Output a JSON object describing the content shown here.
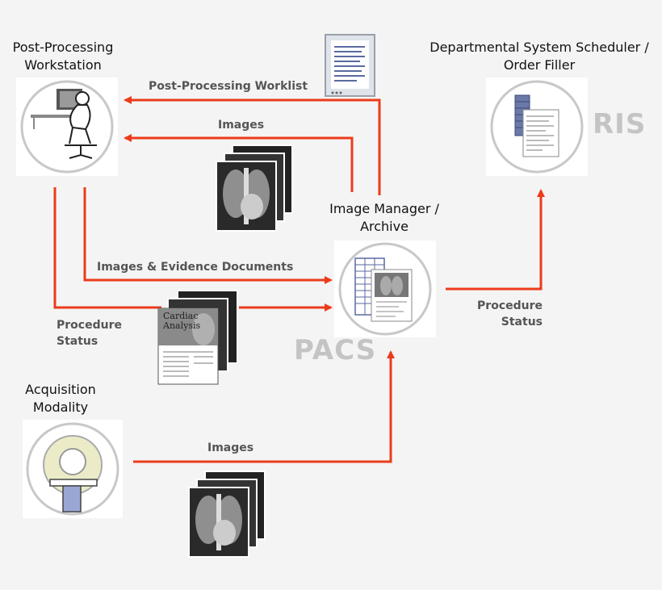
{
  "nodes": {
    "post_processing": {
      "title_line1": "Post-Processing",
      "title_line2": "Workstation"
    },
    "scheduler": {
      "title_line1": "Departmental System Scheduler /",
      "title_line2": "Order Filler",
      "system_label": "RIS"
    },
    "image_manager": {
      "title_line1": "Image Manager /",
      "title_line2": "Archive",
      "system_label": "PACS"
    },
    "acquisition": {
      "title_line1": "Acquisition",
      "title_line2": "Modality"
    }
  },
  "flows": {
    "worklist": "Post-Processing Worklist",
    "images_to_workstation": "Images",
    "images_evidence": "Images & Evidence Documents",
    "procedure_status_workstation_line1": "Procedure",
    "procedure_status_workstation_line2": "Status",
    "procedure_status_pacs_line1": "Procedure",
    "procedure_status_pacs_line2": "Status",
    "images_from_modality": "Images"
  },
  "document_stack": {
    "title_line1": "Cardiac",
    "title_line2": "Analysis"
  },
  "colors": {
    "arrow": "#ec3b1b",
    "system_label": "#c4c4c4",
    "flow_label": "#555555"
  }
}
